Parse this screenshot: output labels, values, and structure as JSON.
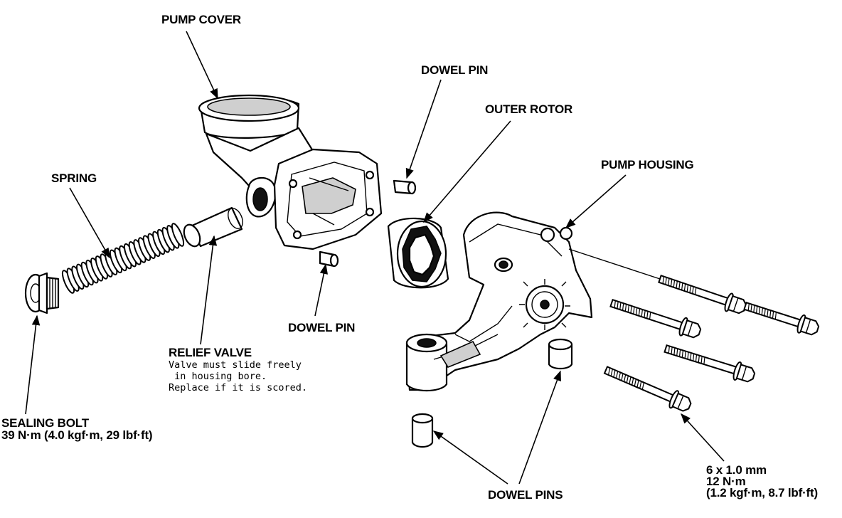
{
  "labels": {
    "pump_cover": "PUMP COVER",
    "dowel_pin_top": "DOWEL PIN",
    "outer_rotor": "OUTER ROTOR",
    "pump_housing": "PUMP HOUSING",
    "spring": "SPRING",
    "dowel_pin_mid": "DOWEL PIN",
    "relief_valve": "RELIEF VALVE",
    "relief_note_1": "Valve must slide freely",
    "relief_note_2": " in housing bore.",
    "relief_note_3": "Replace if it is scored.",
    "sealing_bolt": "SEALING BOLT",
    "sealing_bolt_torque": "39 N·m (4.0 kgf·m, 29 lbf·ft)",
    "bolt_size": "6 x 1.0 mm",
    "bolt_torque_nm": "12 N·m",
    "bolt_torque_alt": "(1.2 kgf·m, 8.7 lbf·ft)",
    "dowel_pins": "DOWEL PINS"
  },
  "colors": {
    "ink": "#000000",
    "paper": "#ffffff"
  }
}
